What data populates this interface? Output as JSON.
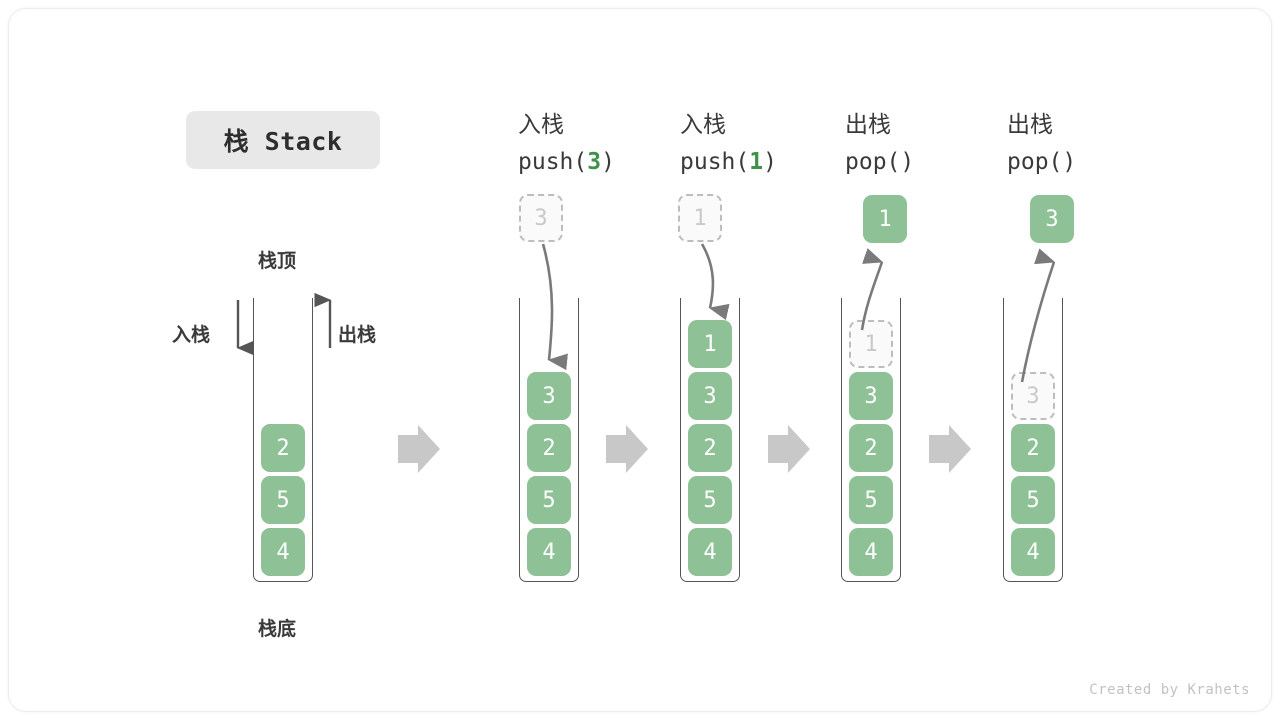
{
  "title_chip": {
    "label": "栈 Stack"
  },
  "labels": {
    "top": "栈顶",
    "bottom": "栈底",
    "push_side": "入栈",
    "pop_side": "出栈"
  },
  "credit": "Created by Krahets",
  "colors": {
    "cell_green": "#8ec195",
    "ghost_border": "#bdbdbd",
    "ghost_text": "#c9c9c9",
    "arrow_gray": "#c8c8c8",
    "thin_arrow": "#555555",
    "accent_green_text": "#3e9349",
    "chip_bg": "#e8e8e8"
  },
  "stages": [
    {
      "id": "initial",
      "header_cn": "",
      "header_code": "",
      "header_code_num": "",
      "floating": null,
      "cells": [
        {
          "value": "2",
          "state": "solid"
        },
        {
          "value": "5",
          "state": "solid"
        },
        {
          "value": "4",
          "state": "solid"
        }
      ]
    },
    {
      "id": "push-3",
      "header_cn": "入栈",
      "header_code_prefix": "push(",
      "header_code_num": "3",
      "header_code_suffix": ")",
      "floating": {
        "value": "3",
        "state": "ghost"
      },
      "cells": [
        {
          "value": "3",
          "state": "solid"
        },
        {
          "value": "2",
          "state": "solid"
        },
        {
          "value": "5",
          "state": "solid"
        },
        {
          "value": "4",
          "state": "solid"
        }
      ]
    },
    {
      "id": "push-1",
      "header_cn": "入栈",
      "header_code_prefix": "push(",
      "header_code_num": "1",
      "header_code_suffix": ")",
      "floating": {
        "value": "1",
        "state": "ghost"
      },
      "cells": [
        {
          "value": "1",
          "state": "solid"
        },
        {
          "value": "3",
          "state": "solid"
        },
        {
          "value": "2",
          "state": "solid"
        },
        {
          "value": "5",
          "state": "solid"
        },
        {
          "value": "4",
          "state": "solid"
        }
      ]
    },
    {
      "id": "pop-1",
      "header_cn": "出栈",
      "header_code_prefix": "pop(",
      "header_code_num": "",
      "header_code_suffix": ")",
      "floating": {
        "value": "1",
        "state": "solid"
      },
      "cells": [
        {
          "value": "1",
          "state": "ghost"
        },
        {
          "value": "3",
          "state": "solid"
        },
        {
          "value": "2",
          "state": "solid"
        },
        {
          "value": "5",
          "state": "solid"
        },
        {
          "value": "4",
          "state": "solid"
        }
      ]
    },
    {
      "id": "pop-3",
      "header_cn": "出栈",
      "header_code_prefix": "pop(",
      "header_code_num": "",
      "header_code_suffix": ")",
      "floating": {
        "value": "3",
        "state": "solid"
      },
      "cells": [
        {
          "value": "3",
          "state": "ghost"
        },
        {
          "value": "2",
          "state": "solid"
        },
        {
          "value": "5",
          "state": "solid"
        },
        {
          "value": "4",
          "state": "solid"
        }
      ]
    }
  ]
}
